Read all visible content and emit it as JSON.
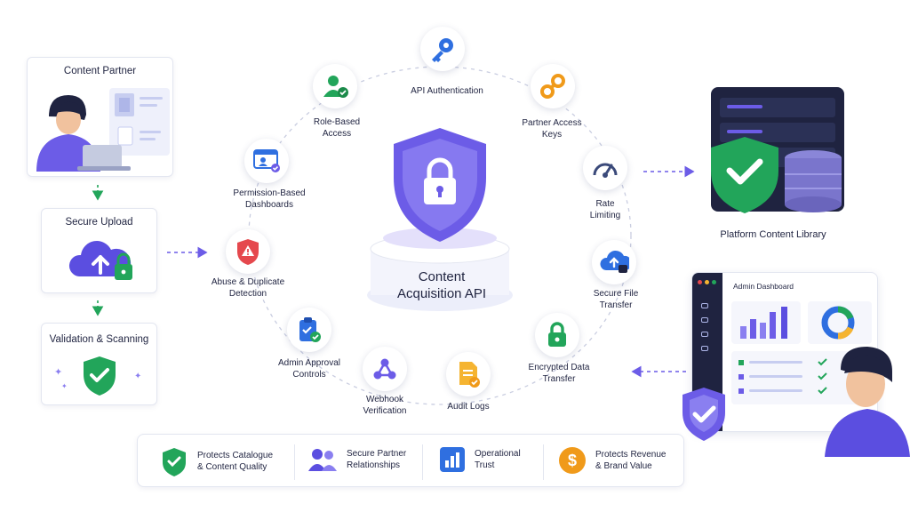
{
  "left_flow": {
    "content_partner": "Content Partner",
    "secure_upload": "Secure Upload",
    "validation": "Validation & Scanning"
  },
  "center": {
    "title": "Content\nAcquisition API"
  },
  "nodes": [
    {
      "key": "api_auth",
      "label": "API Authentication",
      "icon": "key-icon"
    },
    {
      "key": "partner_keys",
      "label": "Partner Access\nKeys",
      "icon": "link-icon"
    },
    {
      "key": "rate_limiting",
      "label": "Rate\nLimiting",
      "icon": "gauge-icon"
    },
    {
      "key": "secure_file",
      "label": "Secure File\nTransfer",
      "icon": "cloud-lock-icon"
    },
    {
      "key": "encrypted",
      "label": "Encrypted Data\nTransfer",
      "icon": "lock-icon"
    },
    {
      "key": "audit",
      "label": "Audit Logs",
      "icon": "document-check-icon"
    },
    {
      "key": "webhook",
      "label": "Webhook\nVerification",
      "icon": "webhook-icon"
    },
    {
      "key": "admin_approval",
      "label": "Admin Approval\nControls",
      "icon": "clipboard-check-icon"
    },
    {
      "key": "abuse",
      "label": "Abuse & Duplicate\nDetection",
      "icon": "warning-shield-icon"
    },
    {
      "key": "permission",
      "label": "Permission-Based\nDashboards",
      "icon": "dashboard-user-icon"
    },
    {
      "key": "role",
      "label": "Role-Based\nAccess",
      "icon": "user-check-icon"
    }
  ],
  "right": {
    "library": "Platform Content Library",
    "admin_dashboard": "Admin Dashboard"
  },
  "benefits": [
    {
      "label": "Protects Catalogue\n& Content Quality",
      "icon": "shield-check-icon",
      "color": "#22a55a"
    },
    {
      "label": "Secure Partner\nRelationships",
      "icon": "partners-icon",
      "color": "#5b4ee0"
    },
    {
      "label": "Operational\nTrust",
      "icon": "bar-chart-icon",
      "color": "#2f6fe0"
    },
    {
      "label": "Protects Revenue\n& Brand Value",
      "icon": "dollar-icon",
      "color": "#f09a1a"
    }
  ],
  "colors": {
    "accent_purple": "#6c5ce7",
    "green": "#22a55a",
    "blue": "#2f6fe0",
    "orange": "#f09a1a",
    "red": "#e5484d"
  }
}
